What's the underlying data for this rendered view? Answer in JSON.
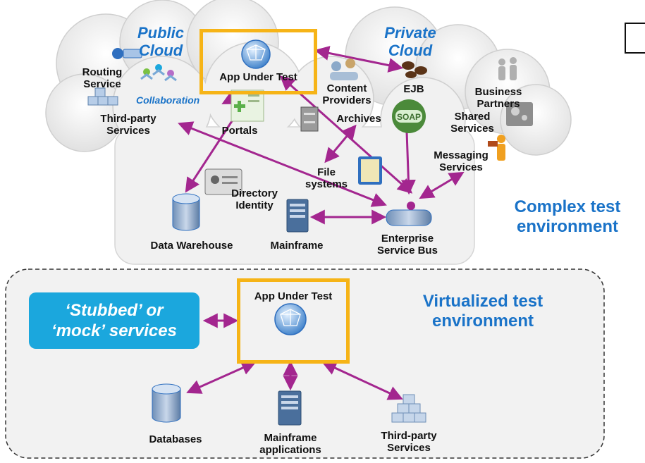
{
  "complex": {
    "public_cloud": [
      "Public",
      "Cloud"
    ],
    "private_cloud": [
      "Private",
      "Cloud"
    ],
    "collaboration": "Collaboration",
    "app_under_test": "App Under Test",
    "routing_service": [
      "Routing",
      "Service"
    ],
    "third_party_services": [
      "Third-party",
      "Services"
    ],
    "portals": "Portals",
    "content_providers": [
      "Content",
      "Providers"
    ],
    "archives": "Archives",
    "ejb": "EJB",
    "business_partners": [
      "Business",
      "Partners"
    ],
    "shared_services": [
      "Shared",
      "Services"
    ],
    "messaging_services": [
      "Messaging",
      "Services"
    ],
    "file_systems": [
      "File",
      "systems"
    ],
    "directory_identity": [
      "Directory",
      "Identity"
    ],
    "data_warehouse": "Data Warehouse",
    "mainframe": "Mainframe",
    "enterprise_service_bus": [
      "Enterprise",
      "Service Bus"
    ],
    "environment_title": [
      "Complex test",
      "environment"
    ],
    "soap_badge": "SOAP"
  },
  "virtualized": {
    "stubbed_services": [
      "‘Stubbed’ or",
      "‘mock’ services"
    ],
    "app_under_test": "App Under Test",
    "environment_title": [
      "Virtualized test",
      "environment"
    ],
    "databases": "Databases",
    "mainframe_applications": [
      "Mainframe",
      "applications"
    ],
    "third_party_services": [
      "Third-party",
      "Services"
    ]
  },
  "colors": {
    "arrow": "#a3268f",
    "highlight_box": "#f6b417",
    "title_blue": "#1a73c8",
    "stub_box": "#1ba7dd",
    "cloud_fill": "#eeeeee"
  }
}
